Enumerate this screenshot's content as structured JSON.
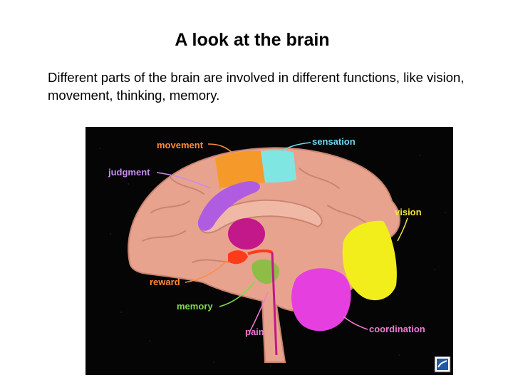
{
  "slide": {
    "title": "A look at the brain",
    "body": "Different parts of the brain are involved in different functions, like vision, movement, thinking, memory."
  },
  "figure": {
    "labels": {
      "movement": "movement",
      "sensation": "sensation",
      "judgment": "judgment",
      "vision": "vision",
      "reward": "reward",
      "memory": "memory",
      "pain": "pain",
      "coordination": "coordination"
    },
    "colors": {
      "background": "#050505",
      "cortex": "#e8a38f",
      "movement_region": "#f59a2a",
      "sensation_region": "#7fe6e2",
      "judgment_region": "#b05ce0",
      "vision_region": "#f2ee1c",
      "reward_region": "#ff3b1a",
      "memory_region": "#7dc23a",
      "pain_region": "#c2188a",
      "coordination_region": "#e63fe0",
      "label_orange": "#ff8a3d",
      "label_cyan": "#6fd9f0",
      "label_magenta": "#f27ad2",
      "label_yellow": "#f5e63a",
      "label_green": "#7fd94a",
      "label_purple": "#c78cf0"
    },
    "logo_icon": "publisher-logo-icon"
  }
}
